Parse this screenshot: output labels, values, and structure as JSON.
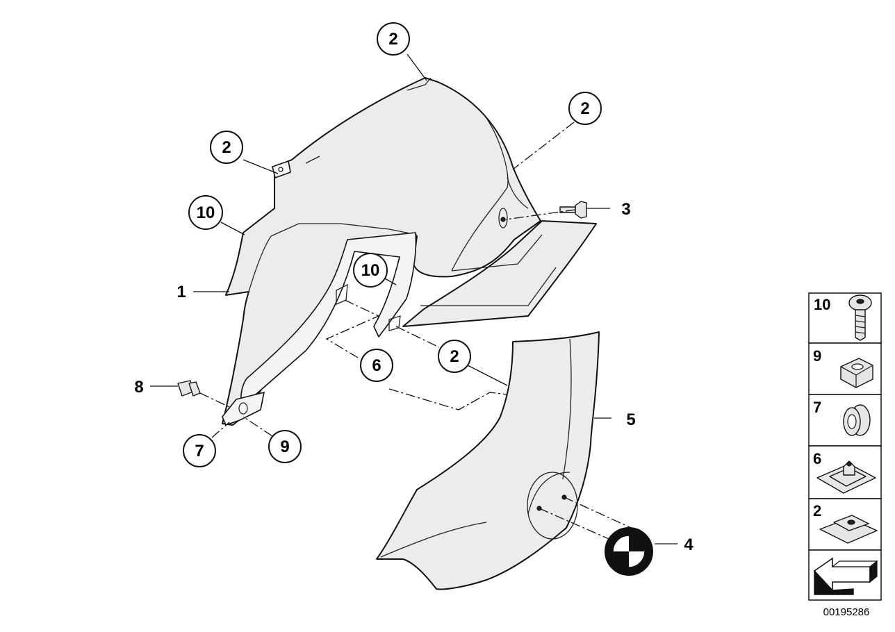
{
  "diagram": {
    "callouts": [
      {
        "id": "c2a",
        "label": "2"
      },
      {
        "id": "c2b",
        "label": "2"
      },
      {
        "id": "c2c",
        "label": "2"
      },
      {
        "id": "c10a",
        "label": "10"
      },
      {
        "id": "c10b",
        "label": "10"
      },
      {
        "id": "c6",
        "label": "6"
      },
      {
        "id": "c2d",
        "label": "2"
      },
      {
        "id": "c7",
        "label": "7"
      },
      {
        "id": "c9",
        "label": "9"
      }
    ],
    "plain_labels": [
      {
        "id": "l1",
        "label": "1"
      },
      {
        "id": "l3",
        "label": "3"
      },
      {
        "id": "l8",
        "label": "8"
      },
      {
        "id": "l5",
        "label": "5"
      },
      {
        "id": "l4",
        "label": "4"
      }
    ],
    "legend": [
      {
        "label": "10",
        "icon": "bolt-icon"
      },
      {
        "label": "9",
        "icon": "clip-nut-icon"
      },
      {
        "label": "7",
        "icon": "grommet-icon"
      },
      {
        "label": "6",
        "icon": "spring-nut-icon"
      },
      {
        "label": "2",
        "icon": "speed-nut-icon"
      }
    ],
    "legend_arrow_icon": "direction-arrow-icon",
    "catalog_number": "00195286"
  }
}
